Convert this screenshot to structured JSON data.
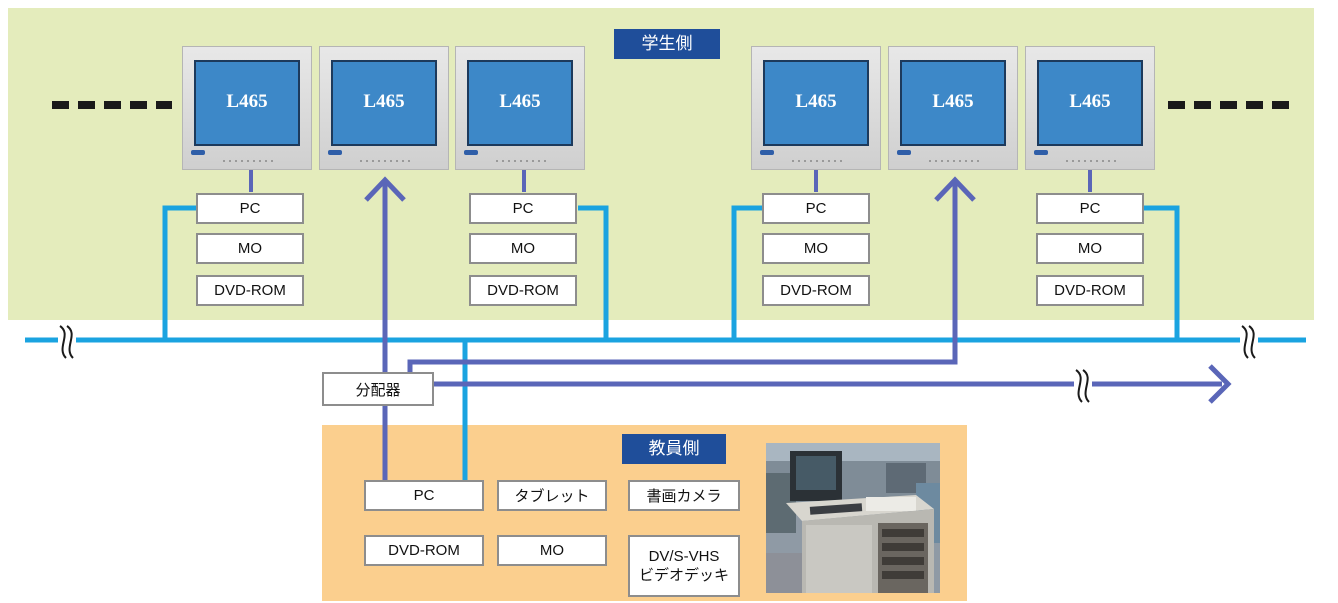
{
  "student_area": {
    "title": "学生側"
  },
  "teacher_area": {
    "title": "教員側"
  },
  "monitors": [
    "L465",
    "L465",
    "L465",
    "L465",
    "L465",
    "L465"
  ],
  "student_devices": [
    [
      "PC",
      "MO",
      "DVD-ROM"
    ],
    [
      "PC",
      "MO",
      "DVD-ROM"
    ],
    [
      "PC",
      "MO",
      "DVD-ROM"
    ],
    [
      "PC",
      "MO",
      "DVD-ROM"
    ]
  ],
  "splitter": "分配器",
  "teacher_devices": {
    "pc": "PC",
    "tablet": "タブレット",
    "document_camera": "書画カメラ",
    "dvd_rom": "DVD-ROM",
    "mo": "MO",
    "video_deck_line1": "DV/S-VHS",
    "video_deck_line2": "ビデオデッキ"
  },
  "colors": {
    "student_area": "#e4ecbc",
    "teacher_area": "#fbcf8e",
    "title_bg": "#1f4e9a",
    "network_line": "#1aa3e0",
    "video_line": "#5a66b8",
    "monitor_screen": "#3d88c8"
  }
}
